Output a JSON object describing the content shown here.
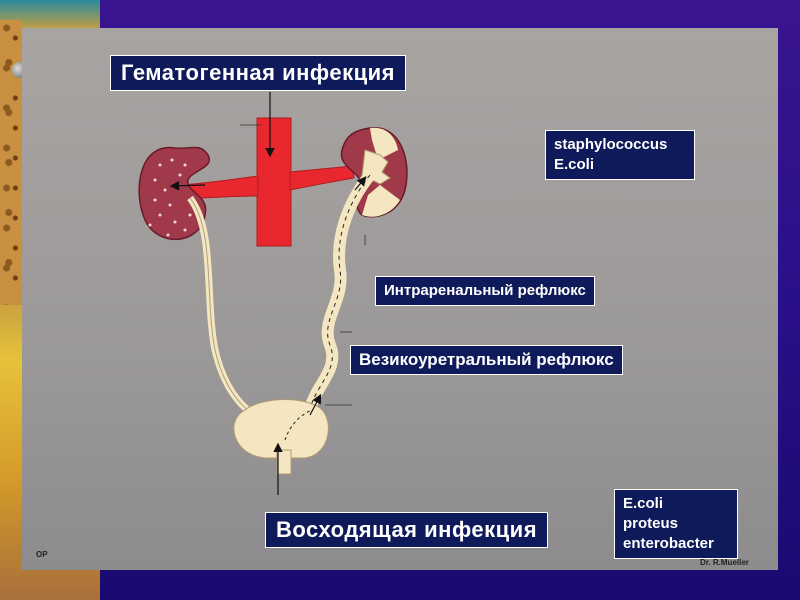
{
  "labels": {
    "hematogenous": "Гематогенная  инфекция",
    "intrarenal": "Интраренальный рефлюкс",
    "vesicoureteral": "Везикоуретральный рефлюкс",
    "ascending": "Восходящая инфекция"
  },
  "organisms_top": [
    "staphylococcus",
    "E.coli"
  ],
  "organisms_bottom": [
    "E.coli",
    "proteus",
    "enterobacter"
  ],
  "corner_left": "OP",
  "corner_right": "Dr. R.Mueller",
  "colors": {
    "label_bg": "#0f1a5a",
    "vessel": "#e8282e",
    "kidney": "#a03a4a",
    "urinary": "#f4e6c0"
  }
}
